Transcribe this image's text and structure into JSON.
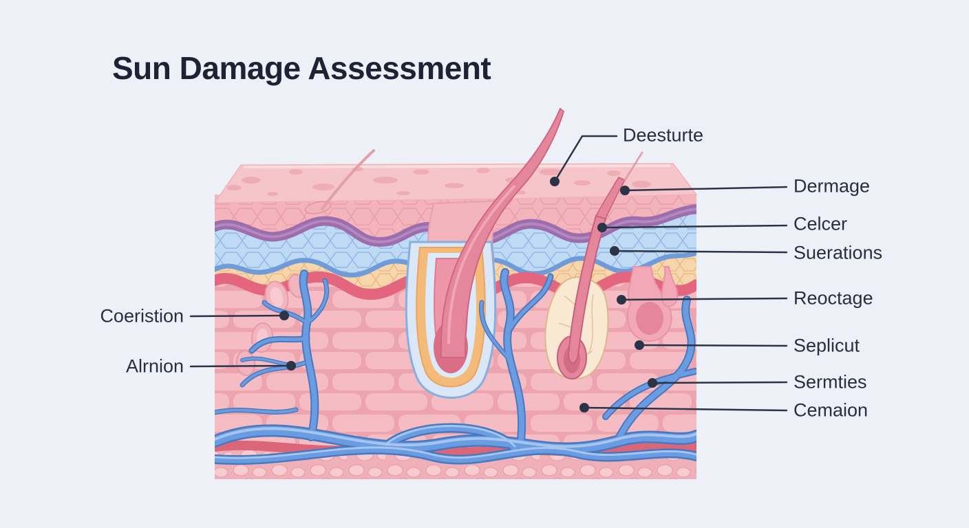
{
  "title": "Sun Damage Assessment",
  "diagram": {
    "labels": [
      {
        "id": "deesturte",
        "text": "Deesturte"
      },
      {
        "id": "dermage",
        "text": "Dermage"
      },
      {
        "id": "celcer",
        "text": "Celcer"
      },
      {
        "id": "suerations",
        "text": "Suerations"
      },
      {
        "id": "reoctage",
        "text": "Reoctage"
      },
      {
        "id": "seplicut",
        "text": "Seplicut"
      },
      {
        "id": "sermties",
        "text": "Sermties"
      },
      {
        "id": "cemaion",
        "text": "Cemaion"
      },
      {
        "id": "coeristion",
        "text": "Coeristion"
      },
      {
        "id": "alrnion",
        "text": "Alrnion"
      }
    ],
    "colors": {
      "background": "#eef0f8",
      "title_text": "#1d2335",
      "label_text": "#272e40",
      "leader_line": "#2b3347",
      "skin_top_face": "#f6c5c9",
      "epidermis": "#f3b4bc",
      "purple_band": "#9d6dad",
      "blue_layer": "#bfdaf5",
      "tan_layer": "#f8d6ac",
      "red_band": "#e4667e",
      "dermis": "#f5bcc3",
      "subcutis": "#f0b3bb",
      "vessel_blue": "#6b9ce2",
      "hair_pink": "#e5879c",
      "gland_cream": "#f9e8d2",
      "sweat_gland_pink": "#f2a8b6"
    }
  }
}
